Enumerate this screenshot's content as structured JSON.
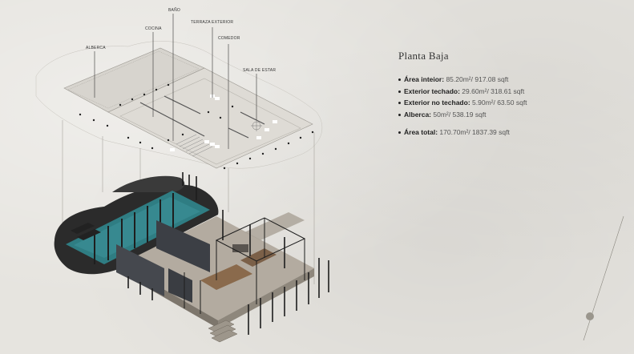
{
  "labels": {
    "alberca": "ALBERCA",
    "cocina": "COCINA",
    "bano": "BAÑO",
    "terraza": "TERRAZA EXTERIOR",
    "comedor": "COMEDOR",
    "sala": "SALA DE ESTAR"
  },
  "info": {
    "title": "Planta Baja",
    "items": [
      {
        "label": "Área inteior:",
        "value": "85.20m²/ 917.08 sqft"
      },
      {
        "label": "Exterior techado:",
        "value": "29.60m²/ 318.61 sqft"
      },
      {
        "label": "Exterior no techado:",
        "value": "5.90m²/ 63.50 sqft"
      },
      {
        "label": "Alberca:",
        "value": "50m²/ 538.19 sqft"
      }
    ],
    "total": {
      "label": "Área total:",
      "value": "170.70m²/ 1837.39 sqft"
    }
  },
  "colors": {
    "background": "#e6e4df",
    "pool": "#2f7d83",
    "text": "#333333"
  }
}
